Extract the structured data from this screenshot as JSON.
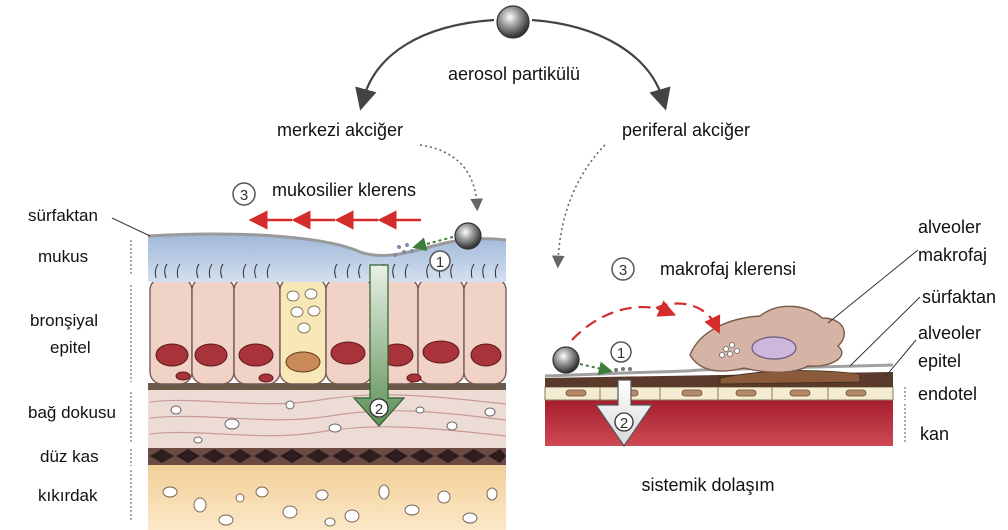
{
  "top": {
    "particle_label": "aerosol partikülü",
    "central_lung": "merkezi akciğer",
    "peripheral_lung": "periferal akciğer"
  },
  "left_panel": {
    "clearance_number": "3",
    "clearance_label": "mukosilier klerens",
    "step1": "1",
    "step2": "2",
    "layers": {
      "surfactant": "sürfaktan",
      "mucus": "mukus",
      "epithelium_line1": "bronşiyal",
      "epithelium_line2": "epitel",
      "connective": "bağ dokusu",
      "smooth_muscle": "düz kas",
      "cartilage": "kıkırdak"
    }
  },
  "right_panel": {
    "clearance_number": "3",
    "clearance_label": "makrofaj klerensi",
    "step1": "1",
    "step2": "2",
    "labels": {
      "macrophage_line1": "alveoler",
      "macrophage_line2": "makrofaj",
      "surfactant": "sürfaktan",
      "epithelium_line1": "alveoler",
      "epithelium_line2": "epitel",
      "endothelium": "endotel",
      "blood": "kan"
    },
    "systemic": "sistemik dolaşım"
  },
  "colors": {
    "mucus": "#b9cde6",
    "epithelium": "#f0d3c6",
    "nucleus": "#a8333a",
    "connective": "#eddcd5",
    "muscle": "#3b2626",
    "cartilage": "#f6d9a8",
    "blood": "#b52332",
    "arrow_red": "#d42b2b",
    "arrow_green": "#3f7d3a"
  }
}
